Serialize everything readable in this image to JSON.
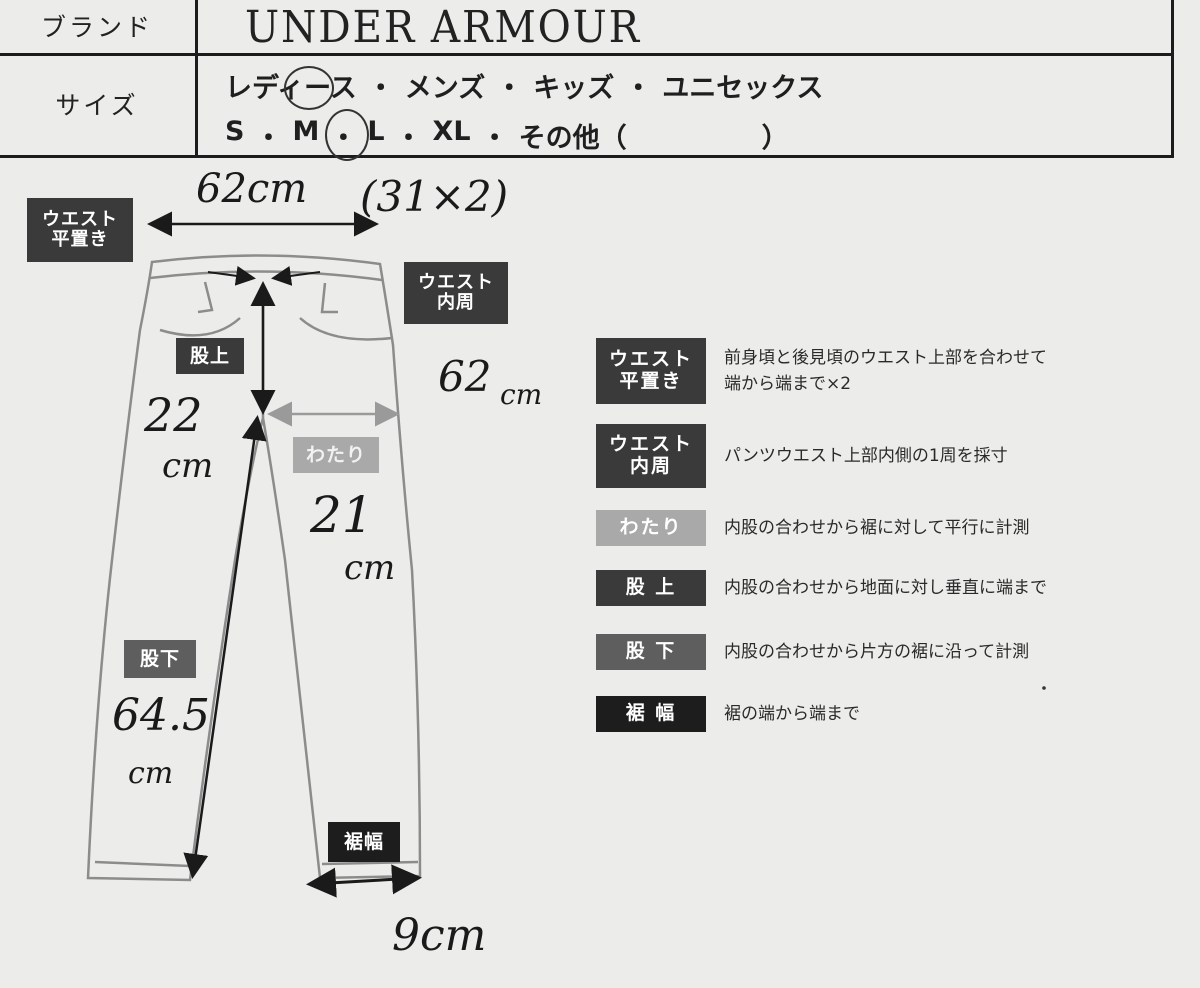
{
  "header": {
    "brand_label": "ブランド",
    "brand_value": "UNDER ARMOUR",
    "size_label": "サイズ",
    "gender_options": [
      "レディース",
      "メンズ",
      "キッズ",
      "ユニセックス"
    ],
    "size_options": [
      "S",
      "M",
      "L",
      "XL",
      "その他（　　　　　）"
    ],
    "separator": "・"
  },
  "diagram_badges": {
    "waist_flat": [
      "ウエスト",
      "平置き"
    ],
    "waist_inner": [
      "ウエスト",
      "内周"
    ],
    "rise": "股上",
    "thigh": "わたり",
    "inseam": "股下",
    "hem": "裾幅"
  },
  "handwritten": {
    "waist_flat": "62cm",
    "waist_flat_calc": "(31×2)",
    "waist_inner_num": "62",
    "waist_inner_unit": "cm",
    "rise_num": "22",
    "rise_unit": "cm",
    "thigh_num": "21",
    "thigh_unit": "cm",
    "inseam_num": "64.5",
    "inseam_unit": "cm",
    "hem": "9cm"
  },
  "legend": [
    {
      "label": [
        "ウエスト",
        "平置き"
      ],
      "tone": "#3a3a3a",
      "text": [
        "前身頃と後見頃のウエスト上部を合わせて",
        "端から端まで×2"
      ]
    },
    {
      "label": [
        "ウエスト",
        "内周"
      ],
      "tone": "#3a3a3a",
      "text": [
        "パンツウエスト上部内側の1周を採寸"
      ]
    },
    {
      "label": [
        "わたり"
      ],
      "tone": "#a9a9a9",
      "text": [
        "内股の合わせから裾に対して平行に計測"
      ]
    },
    {
      "label": [
        "股 上"
      ],
      "tone": "#3a3a3a",
      "text": [
        "内股の合わせから地面に対し垂直に端まで"
      ]
    },
    {
      "label": [
        "股 下"
      ],
      "tone": "#5e5e5e",
      "text": [
        "内股の合わせから片方の裾に沿って計測"
      ]
    },
    {
      "label": [
        "裾 幅"
      ],
      "tone": "#1d1d1d",
      "text": [
        "裾の端から端まで"
      ]
    }
  ]
}
